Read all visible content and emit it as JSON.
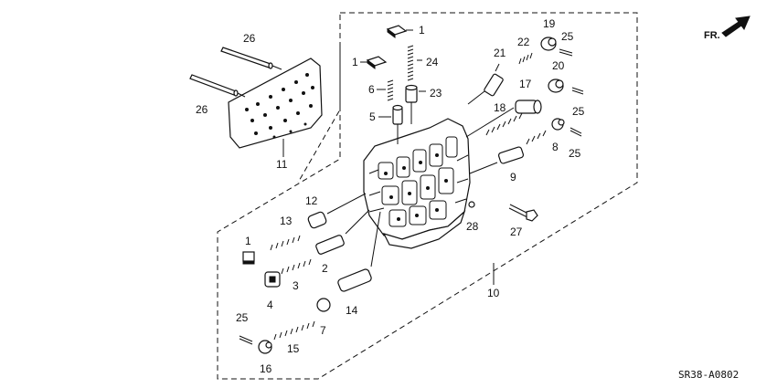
{
  "diagram_code": "SR38-A0802",
  "direction_label": "FR.",
  "colors": {
    "ink": "#111111",
    "paper": "#ffffff"
  },
  "callouts": {
    "c1a": "1",
    "c1b": "1",
    "c1c": "1",
    "c2": "2",
    "c3": "3",
    "c4": "4",
    "c5": "5",
    "c6": "6",
    "c7": "7",
    "c8": "8",
    "c9": "9",
    "c10": "10",
    "c11": "11",
    "c12": "12",
    "c13": "13",
    "c14": "14",
    "c15": "15",
    "c16": "16",
    "c17": "17",
    "c18": "18",
    "c19": "19",
    "c20": "20",
    "c21": "21",
    "c22": "22",
    "c23": "23",
    "c24": "24",
    "c25a": "25",
    "c25b": "25",
    "c25c": "25",
    "c25d": "25",
    "c26a": "26",
    "c26b": "26",
    "c27": "27",
    "c28": "28"
  }
}
